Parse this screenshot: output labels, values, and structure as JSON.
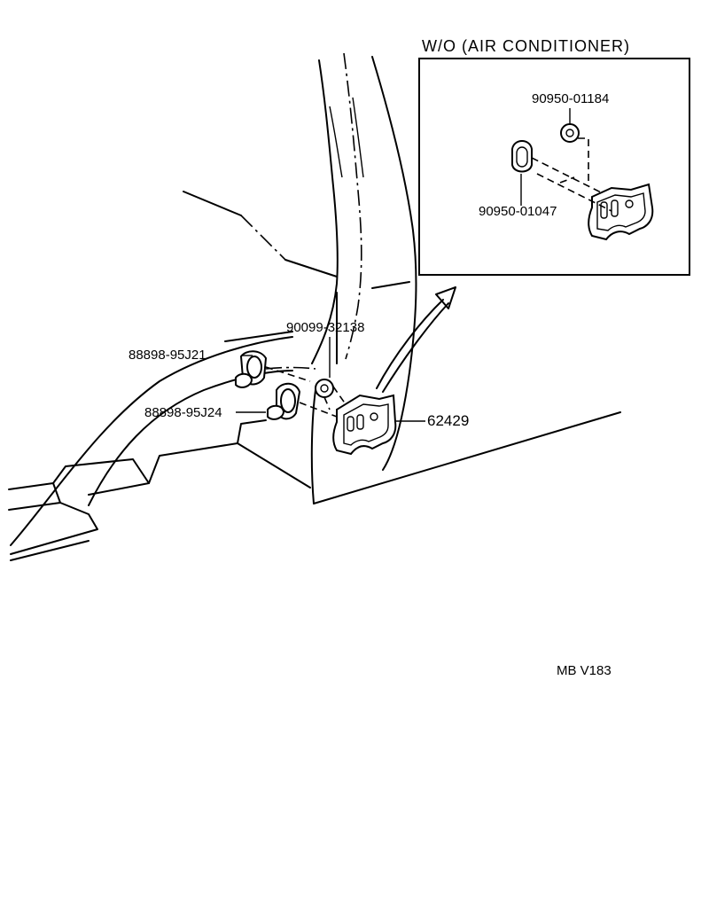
{
  "inset": {
    "title": "W/O (AIR CONDITIONER)",
    "labels": {
      "nut": "90950-01184",
      "plug": "90950-01047"
    }
  },
  "labels": {
    "grommet_upper": "88898-95J21",
    "grommet_lower": "88898-95J24",
    "nut": "90099-32138",
    "plate": "62429"
  },
  "footer": {
    "code": "MB  V183"
  }
}
